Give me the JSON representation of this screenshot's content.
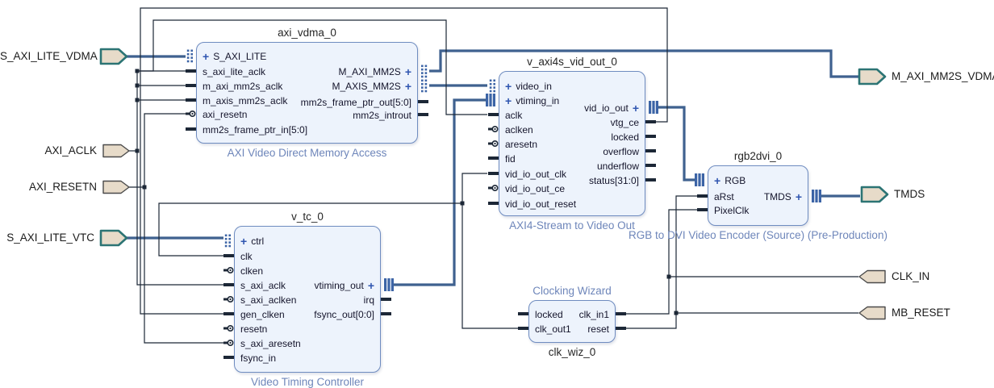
{
  "diagram": {
    "title": "Vivado block design",
    "colors": {
      "background": "#ffffff",
      "block_fill": "#edf3fc",
      "block_border": "#6f8cc0",
      "caption_text": "#6e86ba",
      "title_text": "#262626",
      "port_text": "#14142b",
      "wire_thick": "#3f618f",
      "wire_thin": "#1c2736",
      "iface_pin": "#3c64a6",
      "plus_icon": "#2f55b0",
      "ext_port_fill": "#e7dbc9",
      "ext_port_plain_border": "#4a4a4a",
      "ext_port_iface_border": "#2c7474"
    },
    "blocks": [
      {
        "id": "axi_vdma_0",
        "title": "axi_vdma_0",
        "caption": "AXI Video Direct Memory Access",
        "left_ports": [
          {
            "n": "S_AXI_LITE",
            "t": "iface-dots",
            "plus": true
          },
          {
            "n": "s_axi_lite_aclk",
            "t": "plain"
          },
          {
            "n": "m_axi_mm2s_aclk",
            "t": "plain"
          },
          {
            "n": "m_axis_mm2s_aclk",
            "t": "plain"
          },
          {
            "n": "axi_resetn",
            "t": "bubble"
          },
          {
            "n": "mm2s_frame_ptr_in[5:0]",
            "t": "plain"
          }
        ],
        "right_ports": [
          {
            "n": "M_AXI_MM2S",
            "t": "iface-dots",
            "plus": true
          },
          {
            "n": "M_AXIS_MM2S",
            "t": "iface-dots",
            "plus": true
          },
          {
            "n": "mm2s_frame_ptr_out[5:0]",
            "t": "plain"
          },
          {
            "n": "mm2s_introut",
            "t": "plain"
          }
        ]
      },
      {
        "id": "v_axi4s_vid_out_0",
        "title": "v_axi4s_vid_out_0",
        "caption": "AXI4-Stream to Video Out",
        "left_ports": [
          {
            "n": "video_in",
            "t": "iface-dots",
            "plus": true
          },
          {
            "n": "vtiming_in",
            "t": "iface-bars",
            "plus": true
          },
          {
            "n": "aclk",
            "t": "plain"
          },
          {
            "n": "aclken",
            "t": "bubble"
          },
          {
            "n": "aresetn",
            "t": "bubble"
          },
          {
            "n": "fid",
            "t": "plain"
          },
          {
            "n": "vid_io_out_clk",
            "t": "plain"
          },
          {
            "n": "vid_io_out_ce",
            "t": "bubble"
          },
          {
            "n": "vid_io_out_reset",
            "t": "plain"
          }
        ],
        "right_ports": [
          {
            "n": "vid_io_out",
            "t": "iface-bars",
            "plus": true
          },
          {
            "n": "vtg_ce",
            "t": "plain"
          },
          {
            "n": "locked",
            "t": "plain"
          },
          {
            "n": "overflow",
            "t": "plain"
          },
          {
            "n": "underflow",
            "t": "plain"
          },
          {
            "n": "status[31:0]",
            "t": "plain"
          }
        ]
      },
      {
        "id": "v_tc_0",
        "title": "v_tc_0",
        "caption": "Video Timing Controller",
        "left_ports": [
          {
            "n": "ctrl",
            "t": "iface-dots",
            "plus": true
          },
          {
            "n": "clk",
            "t": "plain"
          },
          {
            "n": "clken",
            "t": "bubble"
          },
          {
            "n": "s_axi_aclk",
            "t": "plain"
          },
          {
            "n": "s_axi_aclken",
            "t": "bubble"
          },
          {
            "n": "gen_clken",
            "t": "plain"
          },
          {
            "n": "resetn",
            "t": "bubble"
          },
          {
            "n": "s_axi_aresetn",
            "t": "bubble"
          },
          {
            "n": "fsync_in",
            "t": "plain"
          }
        ],
        "right_ports": [
          {
            "n": "vtiming_out",
            "t": "iface-bars",
            "plus": true
          },
          {
            "n": "irq",
            "t": "plain"
          },
          {
            "n": "fsync_out[0:0]",
            "t": "plain"
          }
        ]
      },
      {
        "id": "rgb2dvi_0",
        "title": "rgb2dvi_0",
        "caption": "RGB to DVI Video Encoder (Source) (Pre-Production)",
        "left_ports": [
          {
            "n": "RGB",
            "t": "iface-bars",
            "plus": true
          },
          {
            "n": "aRst",
            "t": "plain"
          },
          {
            "n": "PixelClk",
            "t": "plain"
          }
        ],
        "right_ports": [
          {
            "n": "TMDS",
            "t": "iface-bars",
            "plus": true
          }
        ]
      },
      {
        "id": "clk_wiz_0",
        "title": "clk_wiz_0",
        "caption": "Clocking Wizard",
        "left_ports": [
          {
            "n": "locked",
            "t": "plain"
          },
          {
            "n": "clk_out1",
            "t": "plain"
          }
        ],
        "right_ports": [
          {
            "n": "clk_in1",
            "t": "plain"
          },
          {
            "n": "reset",
            "t": "plain"
          }
        ]
      }
    ],
    "external_ports": [
      {
        "label": "S_AXI_LITE_VDMA",
        "kind": "interface",
        "dir": "right",
        "side": "left"
      },
      {
        "label": "AXI_ACLK",
        "kind": "plain",
        "dir": "right",
        "side": "left"
      },
      {
        "label": "AXI_RESETN",
        "kind": "plain",
        "dir": "right",
        "side": "left"
      },
      {
        "label": "S_AXI_LITE_VTC",
        "kind": "interface",
        "dir": "right",
        "side": "left"
      },
      {
        "label": "M_AXI_MM2S_VDMA",
        "kind": "interface",
        "dir": "right",
        "side": "right"
      },
      {
        "label": "TMDS",
        "kind": "interface",
        "dir": "right",
        "side": "right"
      },
      {
        "label": "CLK_IN",
        "kind": "plain",
        "dir": "left",
        "side": "right"
      },
      {
        "label": "MB_RESET",
        "kind": "plain",
        "dir": "left",
        "side": "right"
      }
    ]
  }
}
